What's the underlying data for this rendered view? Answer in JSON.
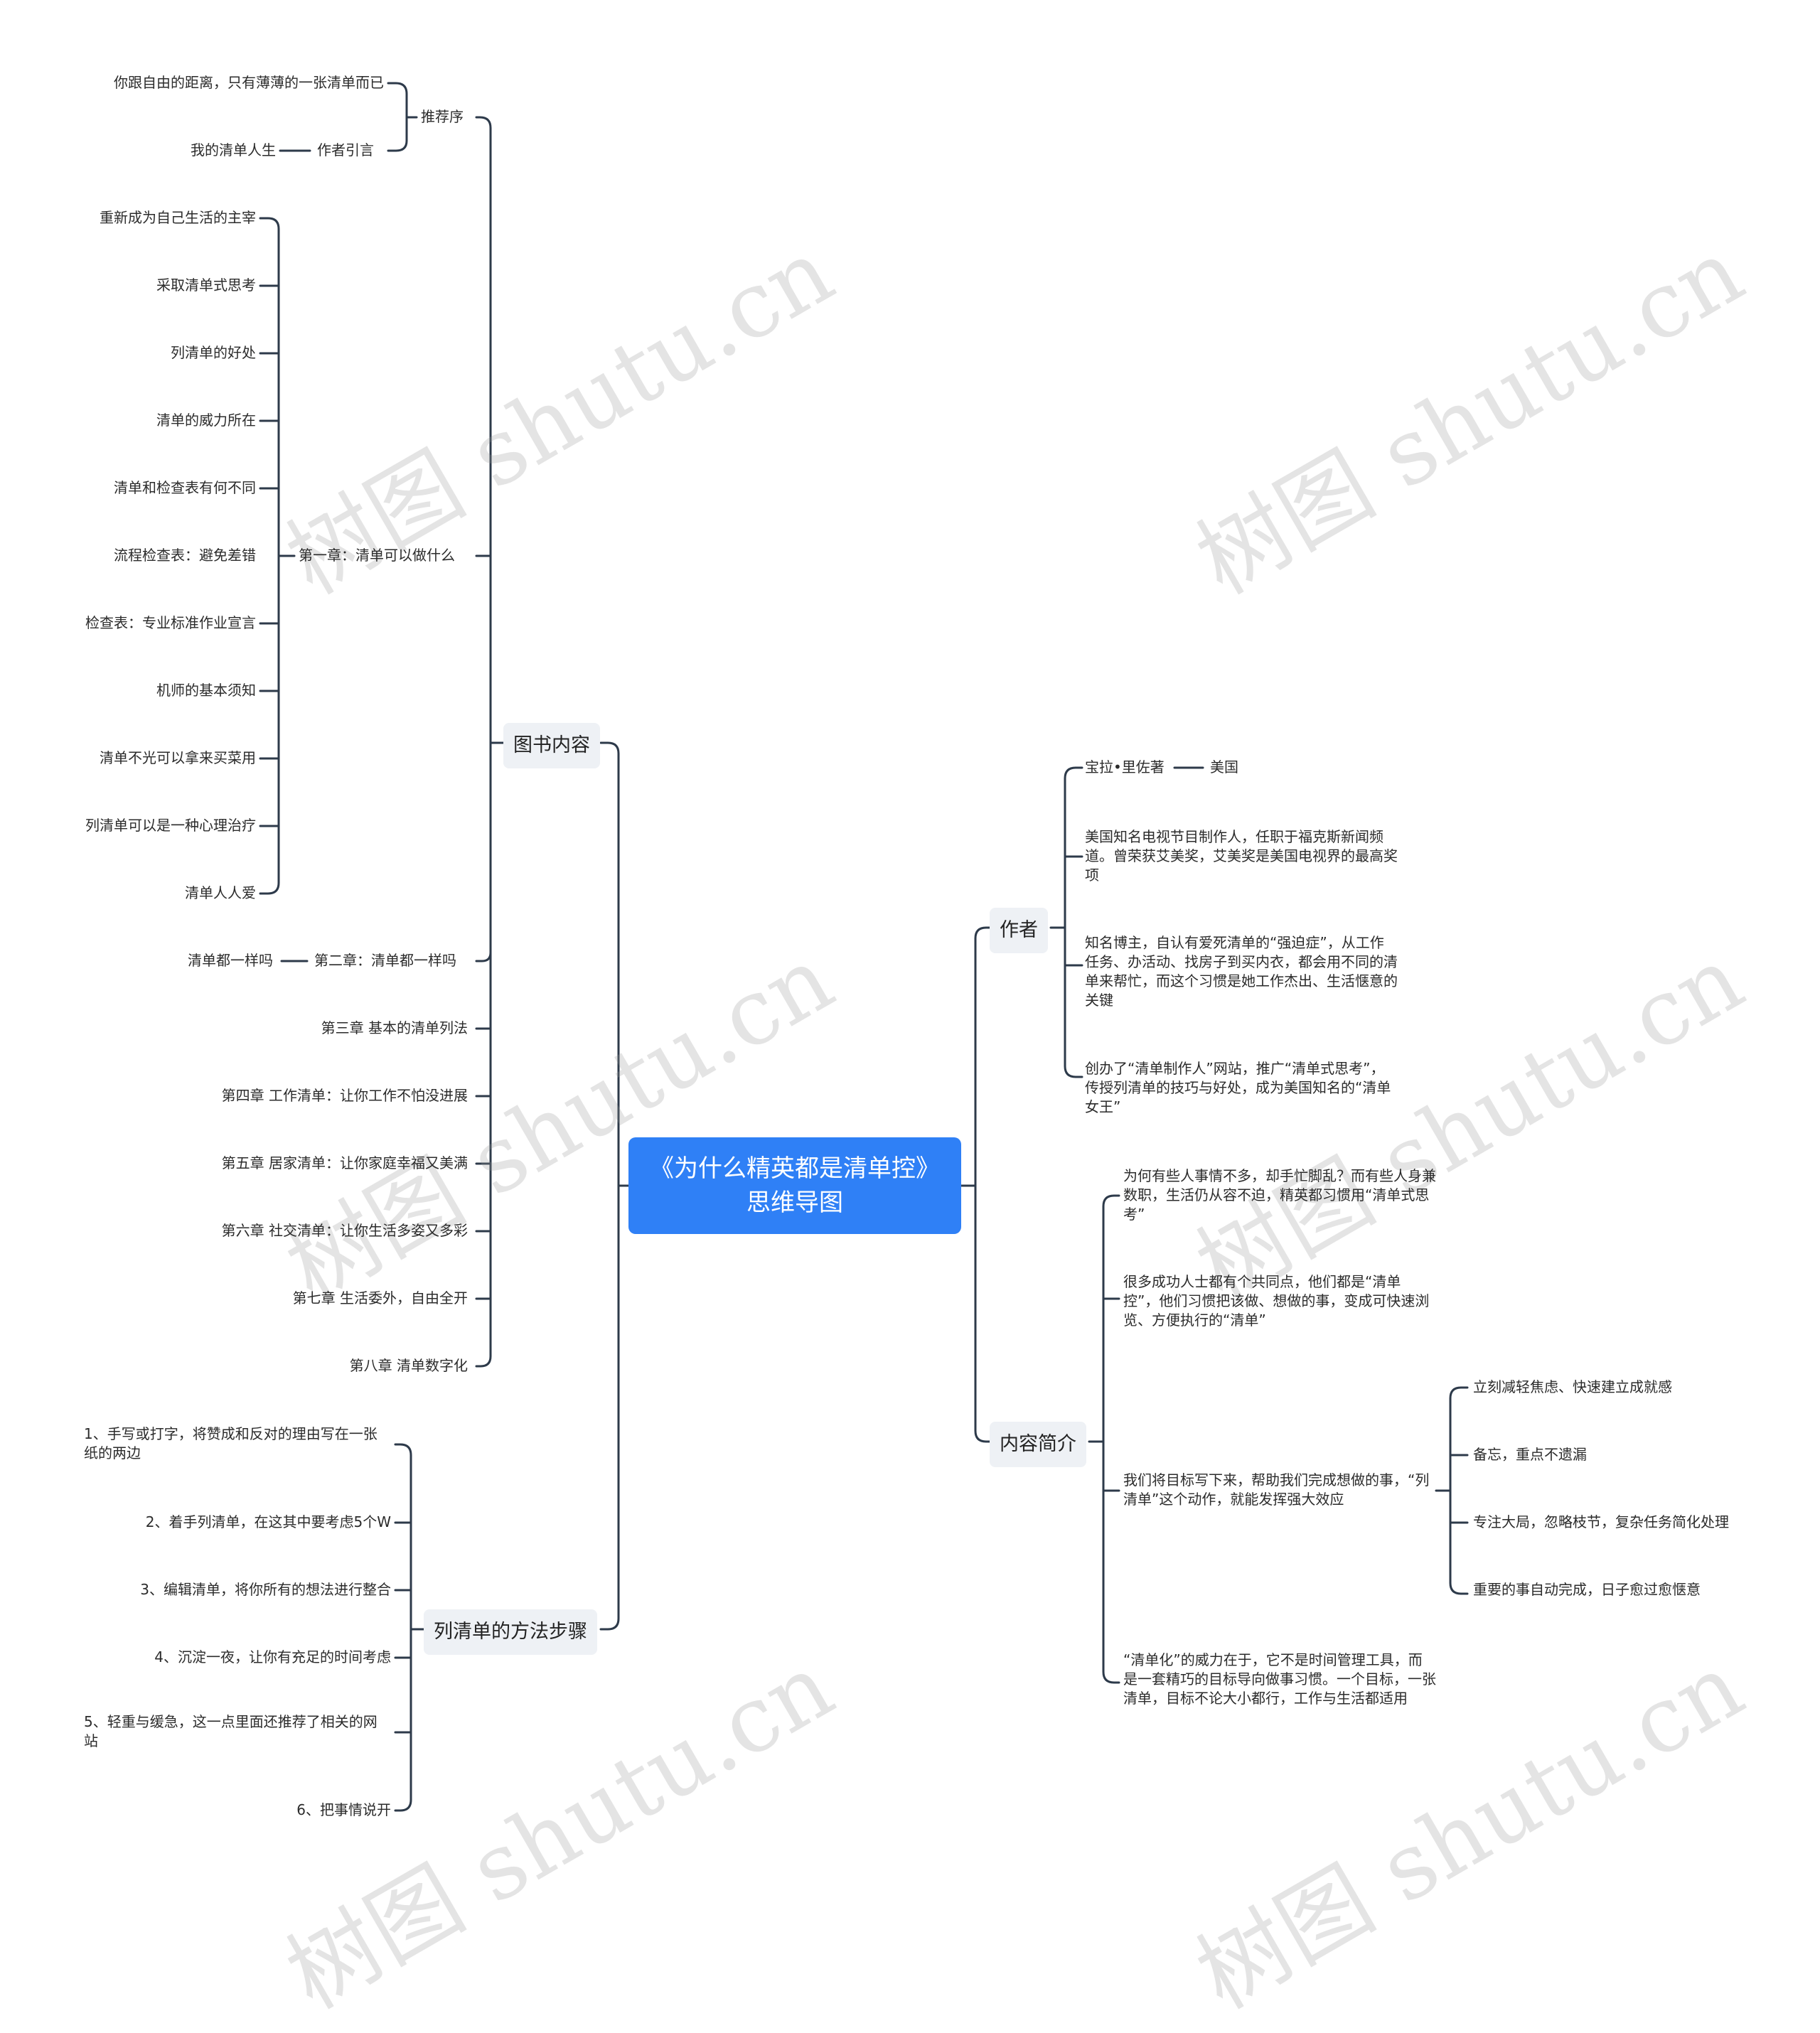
{
  "title": "《为什么精英都是清单控》思维导图",
  "watermark": "树图 shutu.cn",
  "branches": {
    "book": {
      "label": "图书内容",
      "recommend": {
        "label": "推荐序",
        "items": [
          "你跟自由的距离，只有薄薄的一张清单而已"
        ],
        "author_intro": {
          "label": "作者引言",
          "child": "我的清单人生"
        }
      },
      "ch1": {
        "label": "第一章：清单可以做什么",
        "items": [
          "重新成为自己生活的主宰",
          "采取清单式思考",
          "列清单的好处",
          "清单的威力所在",
          "清单和检查表有何不同",
          "流程检查表：避免差错",
          "检查表：专业标准作业宣言",
          "机师的基本须知",
          "清单不光可以拿来买菜用",
          "列清单可以是一种心理治疗",
          "清单人人爱"
        ]
      },
      "ch2": {
        "label": "第二章：清单都一样吗",
        "child": "清单都一样吗"
      },
      "chapters": [
        "第三章 基本的清单列法",
        "第四章 工作清单：让你工作不怕没进展",
        "第五章 居家清单：让你家庭幸福又美满",
        "第六章 社交清单：让你生活多姿又多彩",
        "第七章 生活委外，自由全开",
        "第八章 清单数字化"
      ]
    },
    "method": {
      "label": "列清单的方法步骤",
      "items": [
        "1、手写或打字，将赞成和反对的理由写在一张纸的两边",
        "2、着手列清单，在这其中要考虑5个W",
        "3、编辑清单，将你所有的想法进行整合",
        "4、沉淀一夜，让你有充足的时间考虑",
        "5、轻重与缓急，这一点里面还推荐了相关的网站",
        "6、把事情说开"
      ]
    },
    "author": {
      "label": "作者",
      "name": "宝拉•里佐著",
      "country": "美国",
      "items": [
        "美国知名电视节目制作人，任职于福克斯新闻频道。曾荣获艾美奖，艾美奖是美国电视界的最高奖项",
        "知名博主，自认有爱死清单的“强迫症”，从工作任务、办活动、找房子到买内衣，都会用不同的清单来帮忙，而这个习惯是她工作杰出、生活惬意的关键",
        "创办了“清单制作人”网站，推广“清单式思考”，传授列清单的技巧与好处，成为美国知名的“清单女王”"
      ]
    },
    "intro": {
      "label": "内容简介",
      "items": [
        "为何有些人事情不多，却手忙脚乱？而有些人身兼数职，生活仍从容不迫，精英都习惯用“清单式思考”",
        "很多成功人士都有个共同点，他们都是“清单控”，他们习惯把该做、想做的事，变成可快速浏览、方便执行的“清单”",
        "我们将目标写下来，帮助我们完成想做的事，“列清单”这个动作，就能发挥强大效应",
        "“清单化”的威力在于，它不是时间管理工具，而是一套精巧的目标导向做事习惯。一个目标，一张清单，目标不论大小都行，工作与生活都适用"
      ],
      "effects": [
        "立刻减轻焦虑、快速建立成就感",
        "备忘，重点不遗漏",
        "专注大局，忽略枝节，复杂任务简化处理",
        "重要的事自动完成，日子愈过愈惬意"
      ]
    }
  }
}
